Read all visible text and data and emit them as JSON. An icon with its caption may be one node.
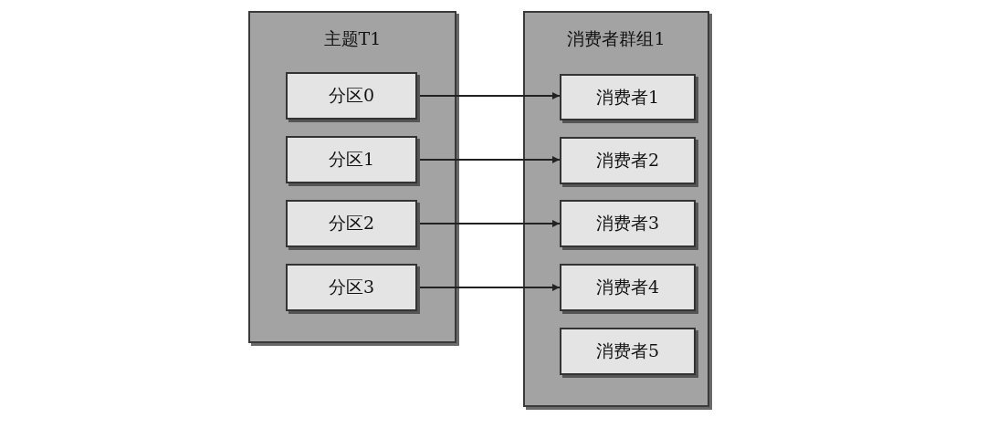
{
  "diagram": {
    "nodes": [
      {
        "text": [
          "主题T1"
        ]
      },
      {
        "text": [
          "分区0"
        ],
        "in": 0
      },
      {
        "text": [
          "分区1"
        ],
        "in": 0
      },
      {
        "text": [
          "分区2"
        ],
        "in": 0
      },
      {
        "text": [
          "分区3"
        ],
        "in": 0
      },
      {
        "text": [
          "消费者群组1"
        ]
      },
      {
        "text": [
          "消费者1"
        ],
        "in": 5
      },
      {
        "text": [
          "消费者2"
        ],
        "in": 5
      },
      {
        "text": [
          "消费者3"
        ],
        "in": 5
      },
      {
        "text": [
          "消费者4"
        ],
        "in": 5
      },
      {
        "text": [
          "消费者5"
        ],
        "in": 5
      }
    ],
    "edges": [
      {
        "from": 1,
        "to": 6,
        "arrow": "to"
      },
      {
        "from": 2,
        "to": 7,
        "arrow": "to"
      },
      {
        "from": 3,
        "to": 8,
        "arrow": "to"
      },
      {
        "from": 4,
        "to": 9,
        "arrow": "to"
      }
    ]
  }
}
